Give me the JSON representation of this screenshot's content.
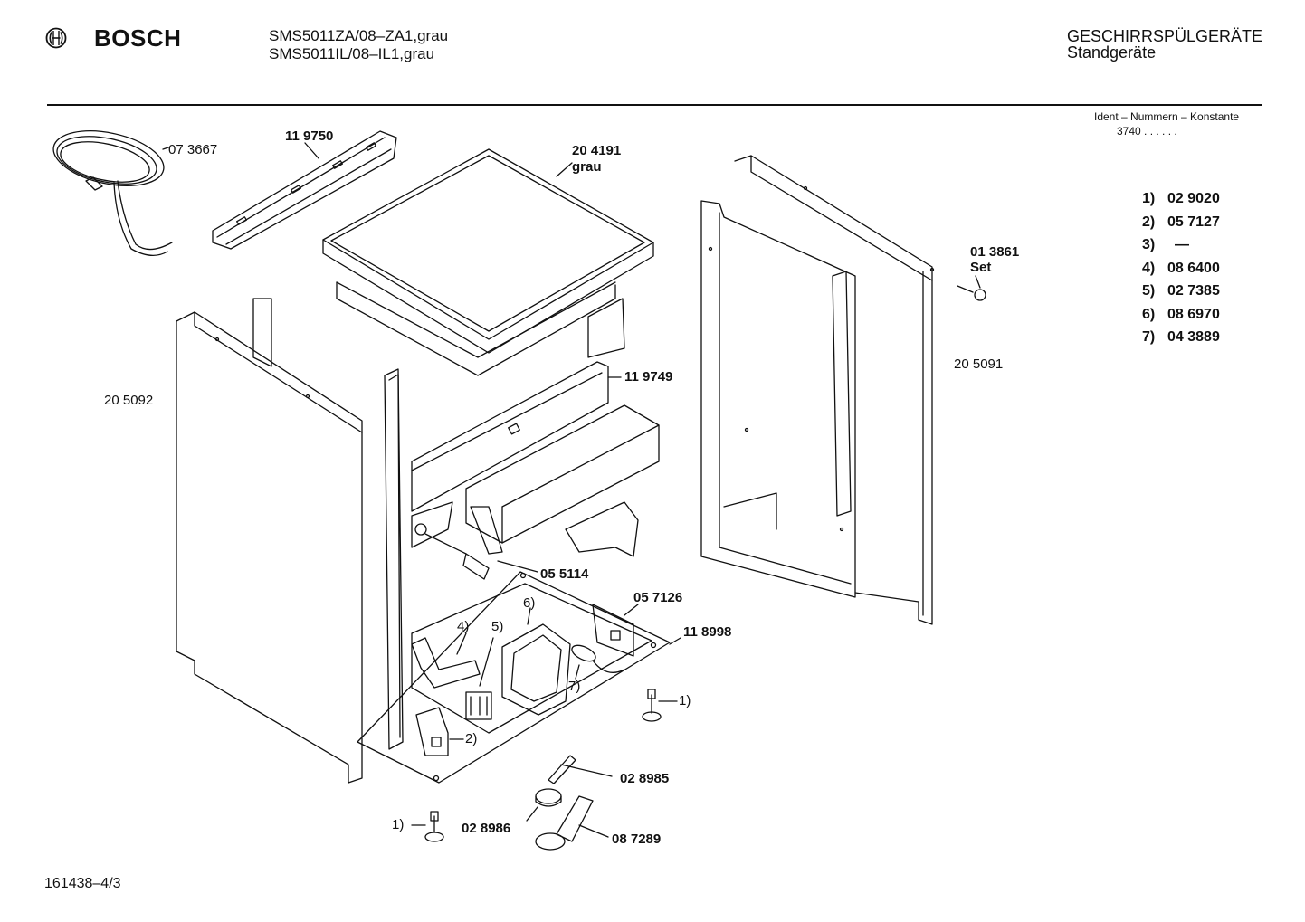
{
  "header": {
    "brand": "BOSCH",
    "models": [
      "SMS5011ZA/08–ZA1,grau",
      "SMS5011IL/08–IL1,grau"
    ],
    "category": "GESCHIRRSPÜLGERÄTE",
    "subcategory": "Standgeräte",
    "ident_title": "Ident – Nummern – Konstante",
    "ident_value": "3740 . . . . . ."
  },
  "legend": [
    {
      "num": "1)",
      "code": "02 9020"
    },
    {
      "num": "2)",
      "code": "05 7127"
    },
    {
      "num": "3)",
      "code": "—"
    },
    {
      "num": "4)",
      "code": "08 6400"
    },
    {
      "num": "5)",
      "code": "02 7385"
    },
    {
      "num": "6)",
      "code": "08 6970"
    },
    {
      "num": "7)",
      "code": "04 3889"
    }
  ],
  "parts": {
    "cable": "07 3667",
    "rail": "11 9750",
    "top_plate": "20 4191",
    "top_plate_color": "grau",
    "screw_set_code": "01 3861",
    "screw_set_label": "Set",
    "right_panel": "20 5091",
    "left_panel": "20 5092",
    "rear_bar": "11 9749",
    "pump_part": "05 5114",
    "bracket_part": "05 7126",
    "base_frame": "11 8998",
    "label_4": "4)",
    "label_5": "5)",
    "label_6": "6)",
    "label_7": "7)",
    "label_1_right": "1)",
    "label_2": "2)",
    "label_1_bottom": "1)",
    "float_part": "02 8985",
    "cap_part": "02 8986",
    "valve_part": "08 7289"
  },
  "footer": {
    "drawing_number": "161438–4/3"
  }
}
